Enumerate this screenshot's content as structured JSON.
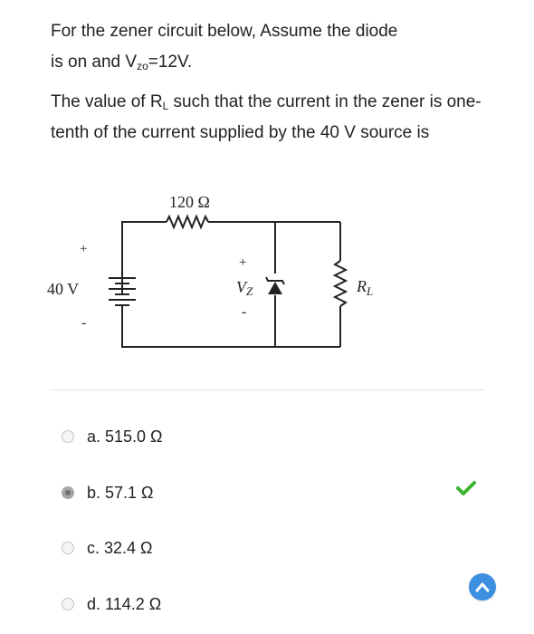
{
  "question": {
    "line1_prefix": "For the zener circuit below, Assume the diode",
    "line1b_prefix": "is on and  V",
    "line1_sub": "zo",
    "line1_suffix": "=12V.",
    "line2_prefix": "The value of  R",
    "line2_sub": "L",
    "line2_suffix": " such that the current in the zener is one-tenth of the current supplied by the 40 V source is"
  },
  "circuit": {
    "resistor_label": "120 Ω",
    "source_label": "40 V",
    "source_plus": "+",
    "source_minus": "-",
    "zener_plus": "+",
    "zener_label": "V",
    "zener_label_sub": "Z",
    "zener_minus": "-",
    "load_label": "R",
    "load_label_sub": "L"
  },
  "options": [
    {
      "label": "a. 515.0 Ω",
      "selected": false
    },
    {
      "label": "b. 57.1 Ω",
      "selected": true
    },
    {
      "label": "c. 32.4 Ω",
      "selected": false
    },
    {
      "label": "d. 114.2 Ω",
      "selected": false
    }
  ],
  "colors": {
    "check": "#3cb531",
    "nav_button": "#3d8fe0",
    "text": "#222222"
  },
  "icons": {
    "correct": "checkmark-icon",
    "scroll_up": "chevron-up-icon"
  }
}
